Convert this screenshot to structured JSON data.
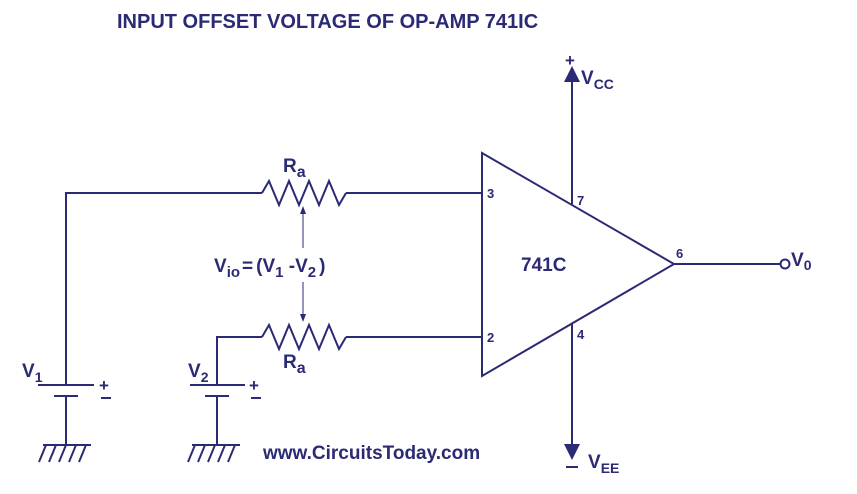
{
  "title": "INPUT OFFSET VOLTAGE OF OP-AMP 741IC",
  "colors": {
    "ink": "#2b2a74",
    "background": "#ffffff"
  },
  "opamp": {
    "label": "741C",
    "pins": {
      "noninverting": "3",
      "inverting": "2",
      "output": "6",
      "vplus": "7",
      "vminus": "4"
    }
  },
  "supply": {
    "vcc": {
      "sign": "+",
      "main": "V",
      "sub": "CC"
    },
    "vee": {
      "sign": "−",
      "main": "V",
      "sub": "EE"
    }
  },
  "resistors": [
    {
      "main": "R",
      "sub": "a"
    },
    {
      "main": "R",
      "sub": "a"
    }
  ],
  "sources": [
    {
      "main": "V",
      "sub": "1",
      "polarity_plus": "+",
      "polarity_minus": "−"
    },
    {
      "main": "V",
      "sub": "2",
      "polarity_plus": "+",
      "polarity_minus": "−"
    }
  ],
  "formula": {
    "lhs_main": "V",
    "lhs_sub": "io",
    "equals": "=",
    "open": "(V",
    "sub1": "1",
    "minus": " -V",
    "sub2": "2",
    "close": ")"
  },
  "output": {
    "main": "V",
    "sub": "0"
  },
  "website": "www.CircuitsToday.com"
}
